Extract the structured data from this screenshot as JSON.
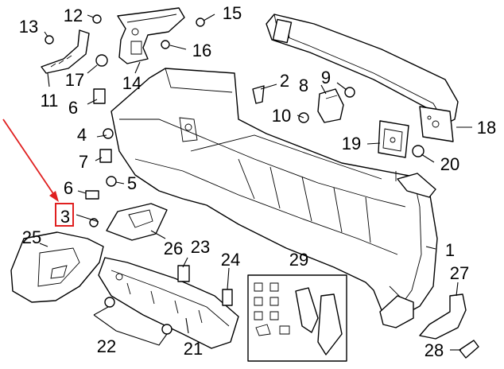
{
  "diagram": {
    "callouts": [
      {
        "id": "c1",
        "label": "1"
      },
      {
        "id": "c2",
        "label": "2"
      },
      {
        "id": "c3",
        "label": "3"
      },
      {
        "id": "c4",
        "label": "4"
      },
      {
        "id": "c5",
        "label": "5"
      },
      {
        "id": "c6a",
        "label": "6"
      },
      {
        "id": "c6b",
        "label": "6"
      },
      {
        "id": "c7",
        "label": "7"
      },
      {
        "id": "c8",
        "label": "8"
      },
      {
        "id": "c9",
        "label": "9"
      },
      {
        "id": "c10",
        "label": "10"
      },
      {
        "id": "c11",
        "label": "11"
      },
      {
        "id": "c12",
        "label": "12"
      },
      {
        "id": "c13",
        "label": "13"
      },
      {
        "id": "c14",
        "label": "14"
      },
      {
        "id": "c15",
        "label": "15"
      },
      {
        "id": "c16",
        "label": "16"
      },
      {
        "id": "c17",
        "label": "17"
      },
      {
        "id": "c18",
        "label": "18"
      },
      {
        "id": "c19",
        "label": "19"
      },
      {
        "id": "c20",
        "label": "20"
      },
      {
        "id": "c21",
        "label": "21"
      },
      {
        "id": "c22",
        "label": "22"
      },
      {
        "id": "c23",
        "label": "23"
      },
      {
        "id": "c24",
        "label": "24"
      },
      {
        "id": "c25",
        "label": "25"
      },
      {
        "id": "c26",
        "label": "26"
      },
      {
        "id": "c27",
        "label": "27"
      },
      {
        "id": "c28",
        "label": "28"
      },
      {
        "id": "c29",
        "label": "29"
      }
    ],
    "highlight": {
      "callout": "3",
      "color": "#e02020"
    },
    "line_color": "#000000"
  }
}
